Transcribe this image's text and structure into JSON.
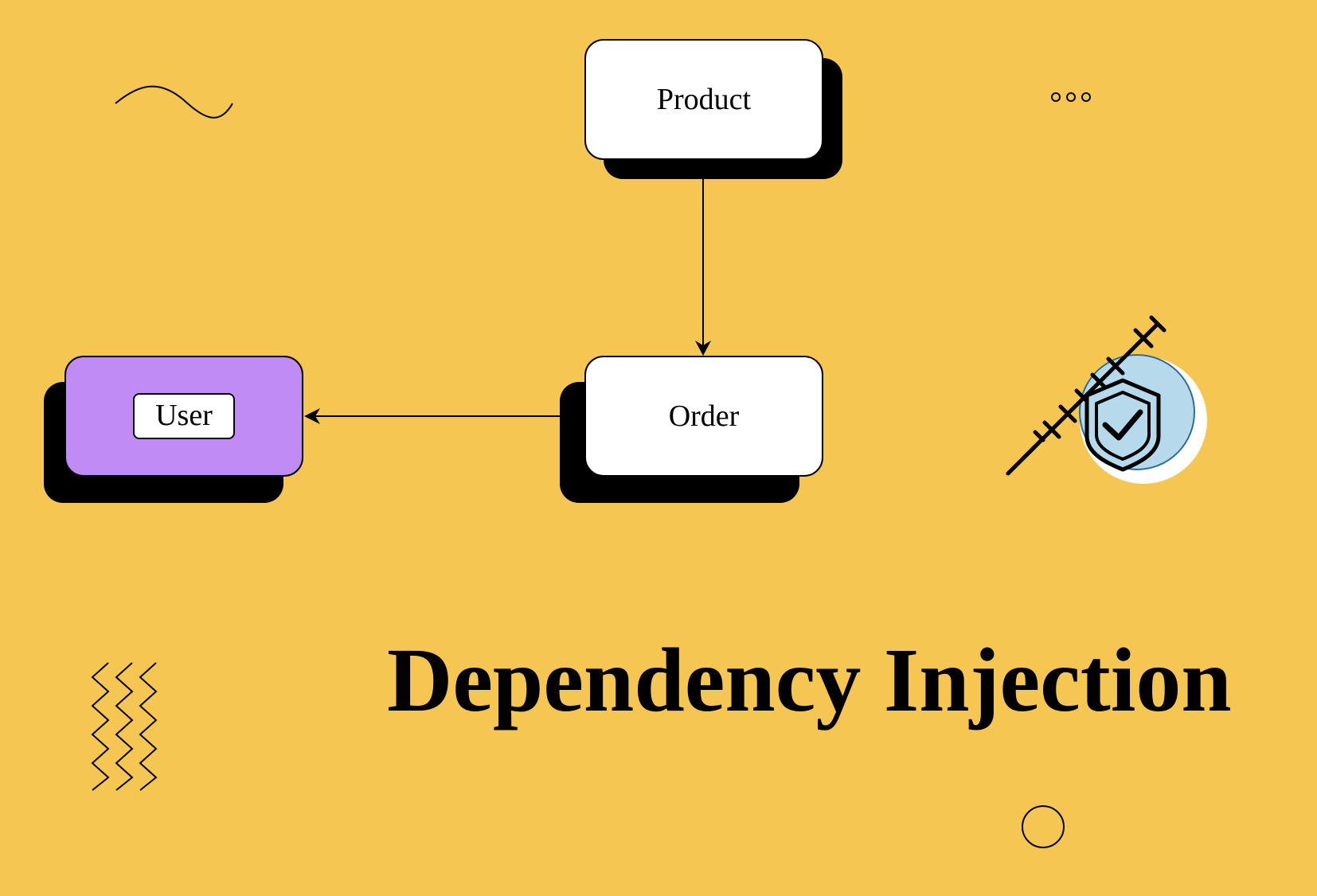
{
  "diagram": {
    "title": "Dependency Injection",
    "nodes": {
      "product": {
        "label": "Product",
        "fill": "#FFFFFF"
      },
      "order": {
        "label": "Order",
        "fill": "#FFFFFF"
      },
      "user": {
        "label": "User",
        "fill": "#C08BF5"
      }
    },
    "edges": [
      {
        "from": "Product",
        "to": "Order"
      },
      {
        "from": "Order",
        "to": "User"
      }
    ]
  },
  "colors": {
    "background": "#F5C652",
    "shadow": "#000000",
    "user_box": "#C08BF5",
    "icon_circle": "#B7D9EC",
    "icon_circle_border": "#2C6E98"
  },
  "icons": [
    "wave-icon",
    "dots-icon",
    "vaccine-shield-icon",
    "zigzag-icon",
    "circle-icon"
  ]
}
